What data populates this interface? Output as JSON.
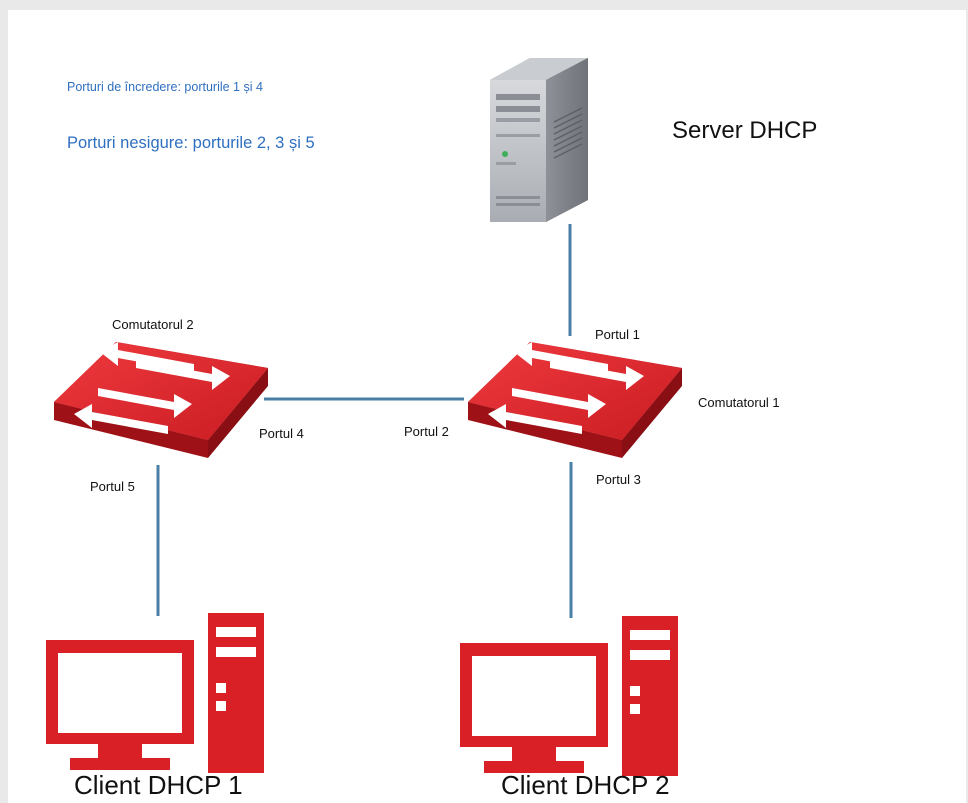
{
  "notes": {
    "trusted_ports": "Porturi de încredere: porturile 1 și 4",
    "untrusted_ports": "Porturi nesigure: porturile 2, 3 și 5"
  },
  "nodes": {
    "server": {
      "label": "Server DHCP",
      "icon": "server-tower-icon"
    },
    "switch_1": {
      "label": "Comutatorul 1",
      "icon": "network-switch-icon"
    },
    "switch_2": {
      "label": "Comutatorul 2",
      "icon": "network-switch-icon"
    },
    "client_1": {
      "label": "Client DHCP 1",
      "icon": "desktop-computer-icon"
    },
    "client_2": {
      "label": "Client DHCP 2",
      "icon": "desktop-computer-icon"
    }
  },
  "ports": {
    "port_1": "Portul 1",
    "port_2": "Portul 2",
    "port_3": "Portul 3",
    "port_4": "Portul 4",
    "port_5": "Portul 5"
  },
  "colors": {
    "link": "#4a7fa6",
    "device_red": "#d92026",
    "note_text": "#2f6fc0",
    "server_gray": "#b8bcc2"
  }
}
